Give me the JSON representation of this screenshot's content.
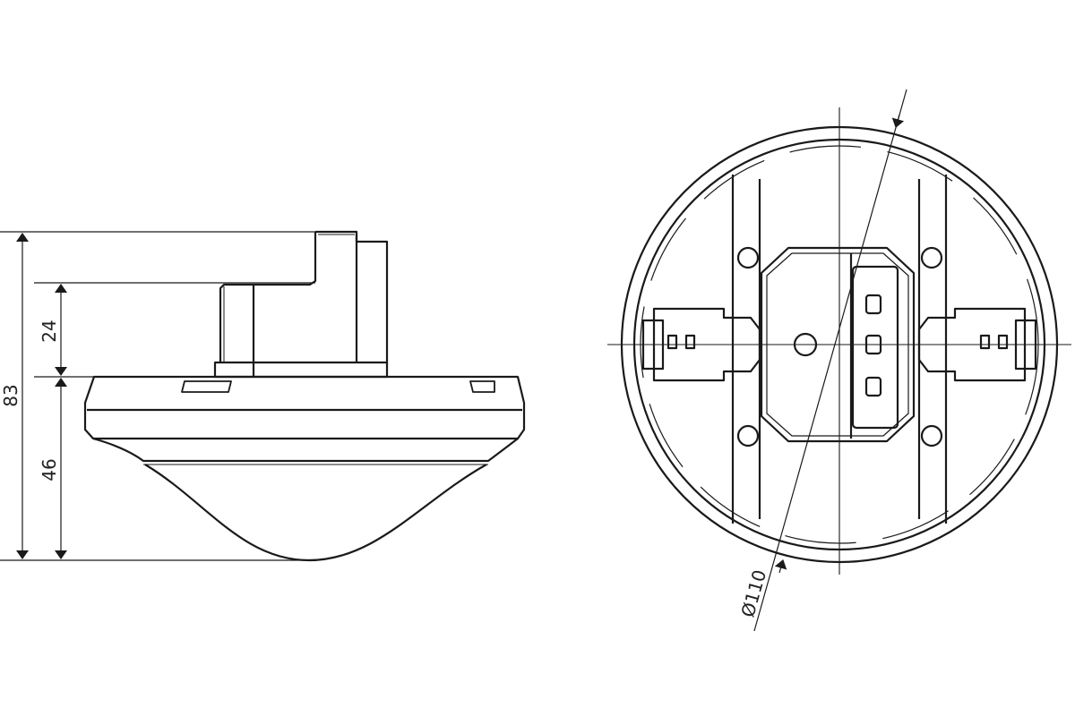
{
  "side_view": {
    "dimensions": {
      "total_height": "83",
      "upper_height": "24",
      "lower_height": "46"
    }
  },
  "top_view": {
    "dimensions": {
      "diameter": "Ø110"
    }
  },
  "colors": {
    "line": "#1a1a1a",
    "background": "#ffffff"
  }
}
